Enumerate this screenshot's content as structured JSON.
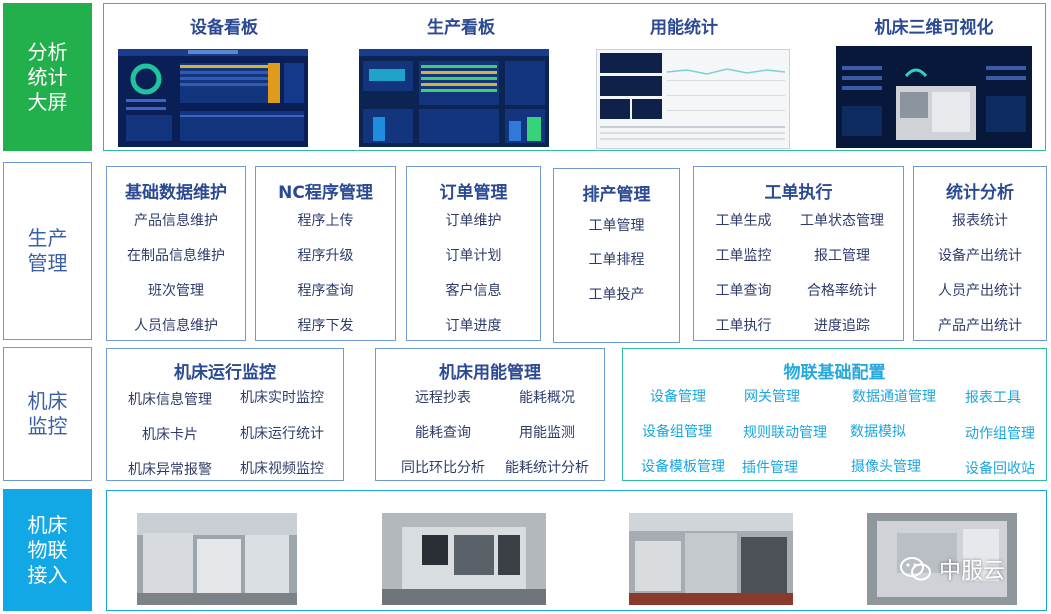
{
  "categories": {
    "analysis": "分析\n统计\n大屏",
    "production": "生产\n管理",
    "monitoring": "机床\n监控",
    "iot": "机床\n物联\n接入"
  },
  "dashboards": [
    {
      "title": "设备看板"
    },
    {
      "title": "生产看板"
    },
    {
      "title": "用能统计"
    },
    {
      "title": "机床三维可视化"
    }
  ],
  "production_modules": [
    {
      "title": "基础数据维护",
      "items": [
        "产品信息维护",
        "在制品信息维护",
        "班次管理",
        "人员信息维护"
      ]
    },
    {
      "title": "NC程序管理",
      "items": [
        "程序上传",
        "程序升级",
        "程序查询",
        "程序下发"
      ]
    },
    {
      "title": "订单管理",
      "items": [
        "订单维护",
        "订单计划",
        "客户信息",
        "订单进度"
      ]
    },
    {
      "title": "排产管理",
      "items": [
        "工单管理",
        "工单排程",
        "工单投产"
      ]
    },
    {
      "title": "工单执行",
      "items": [
        "工单生成",
        "工单状态管理",
        "工单监控",
        "报工管理",
        "工单查询",
        "合格率统计",
        "工单执行",
        "进度追踪"
      ]
    },
    {
      "title": "统计分析",
      "items": [
        "报表统计",
        "设备产出统计",
        "人员产出统计",
        "产品产出统计"
      ]
    }
  ],
  "monitor_modules": [
    {
      "title": "机床运行监控",
      "items": [
        "机床信息管理",
        "机床实时监控",
        "机床卡片",
        "机床运行统计",
        "机床异常报警",
        "机床视频监控"
      ]
    },
    {
      "title": "机床用能管理",
      "items": [
        "远程抄表",
        "能耗概况",
        "能耗查询",
        "用能监测",
        "同比环比分析",
        "能耗统计分析"
      ]
    },
    {
      "title": "物联基础配置",
      "items": [
        "设备管理",
        "网关管理",
        "数据通道管理",
        "报表工具",
        "设备组管理",
        "规则联动管理",
        "数据模拟",
        "动作组管理",
        "设备模板管理",
        "插件管理",
        "摄像头管理",
        "设备回收站"
      ]
    }
  ],
  "watermark": {
    "brand": "中服云"
  },
  "colors": {
    "green": "#21b04b",
    "blue": "#12a8e6",
    "navy_text": "#2b4a93",
    "teal_border": "#33b8a4"
  }
}
